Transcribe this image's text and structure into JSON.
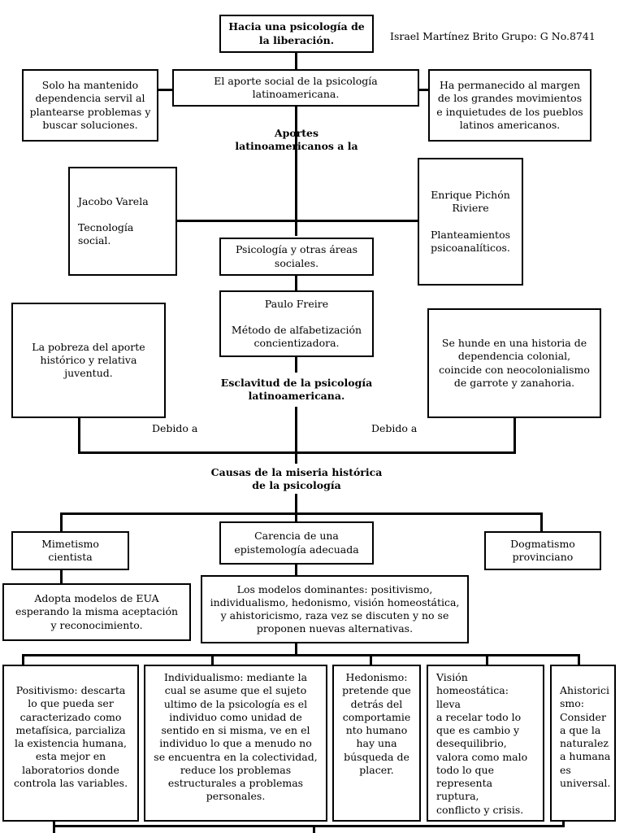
{
  "title": "Hacia una psicología de\nla liberación.",
  "author": "Israel Martínez Brito Grupo: G  No.8741",
  "central": "El aporte social de la psicología\nlatinoamericana.",
  "left_note": "Solo ha mantenido\ndependencia servil al\nplantearse problemas y\nbuscar soluciones.",
  "right_note": "Ha permanecido al margen\nde los grandes movimientos\ne inquietudes de los pueblos\nlatinos americanos.",
  "aportes_label": "Aportes\nlatinoamericanos a la",
  "jacobo": "Jacobo Varela\n\nTecnología\nsocial.",
  "enrique": "Enrique Pichón\nRiviere\n\nPlanteamientos\npsicoanalíticos.",
  "psicologia_areas": "Psicología y otras áreas\nsociales.",
  "paulo": "Paulo Freire\n\nMétodo de alfabetización\nconcientizadora.",
  "pobreza": "La pobreza del aporte\nhistórico y relativa\njuventud.",
  "hunde": "Se hunde en una historia de\ndependencia colonial,\ncoincide con neocolonialismo\nde garrote y zanahoria.",
  "esclavitud": "Esclavitud de la psicología\nlatinoamericana.",
  "debido_left": "Debido a",
  "debido_right": "Debido a",
  "causas": "Causas de la miseria histórica\nde la psicología",
  "mimetismo": "Mimetismo\ncientista",
  "carencia": "Carencia de una\nepistemología adecuada",
  "dogmatismo": "Dogmatismo\nprovinciano",
  "adopta": "Adopta modelos de EUA\nesperando la misma aceptación\ny reconocimiento.",
  "modelos": "Los modelos dominantes: positivismo,\nindividualismo, hedonismo, visión homeostática,\ny ahistoricismo, raza vez se discuten y no se\nproponen nuevas alternativas.",
  "positivismo": "Positivismo: descarta\nlo que pueda ser\ncaracterizado como\nmetafísica, parcializa\nla existencia humana,\nesta mejor en\nlaboratorios donde\ncontrola las variables.",
  "individualismo": "Individualismo: mediante la\ncual se asume que el sujeto\nultimo de la psicología es el\nindividuo como unidad de\nsentido en si misma, ve en el\nindividuo lo que a menudo no\nse encuentra en la colectividad,\nreduce los problemas\nestructurales a problemas\npersonales.",
  "hedonismo": "Hedonismo:\npretende que\ndetrás del\ncomportamie\nnto humano\nhay una\nbúsqueda de\nplacer.",
  "homeostatica": "Visión\nhomeostática: lleva\na recelar todo lo\nque es cambio y\ndesequilibrio,\nvalora como malo\ntodo lo que\nrepresenta ruptura,\nconflicto y crisis.",
  "ahistoricismo": "Ahistorici\nsmo:\nConsider\na que la\nnaturalez\na humana\nes\nuniversal."
}
